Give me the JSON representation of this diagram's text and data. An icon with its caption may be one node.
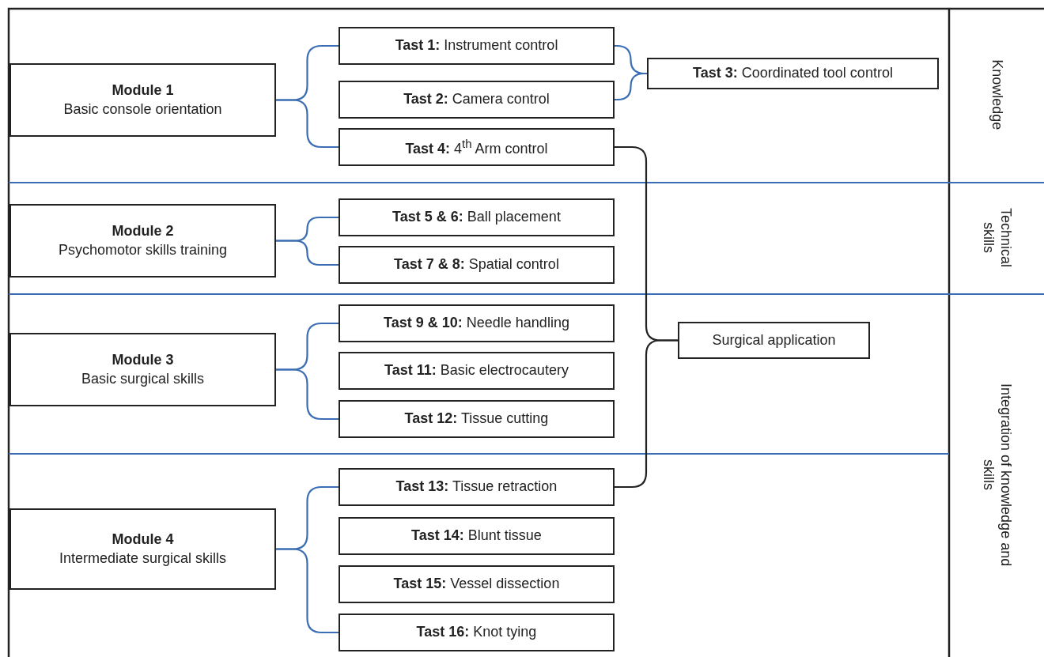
{
  "diagram": {
    "nodes": [
      {
        "text": [
          "Module 1",
          "Basic console orientation"
        ]
      },
      {
        "text": [
          "**Tast 1:** Instrument control"
        ]
      },
      {
        "text": [
          "**Tast 2:** Camera control"
        ]
      },
      {
        "text": [
          "**Tast 3:** Coordinated tool control"
        ]
      },
      {
        "text": [
          "**Tast 4:** 4$^{th}$ Arm control"
        ]
      },
      {
        "text": [
          "Module 2",
          "Psychomotor skills training"
        ]
      },
      {
        "text": [
          "**Tast 5 & 6:** Ball placement"
        ]
      },
      {
        "text": [
          "**Tast 7 & 8:** Spatial control"
        ]
      },
      {
        "text": [
          "Module 3",
          "Basic surgical skills"
        ]
      },
      {
        "text": [
          "**Tast 9 & 10:** Needle handling"
        ]
      },
      {
        "text": [
          "**Tast 11:** Basic electrocautery"
        ]
      },
      {
        "text": [
          "Surgical application"
        ]
      },
      {
        "text": [
          "**Tast 12:** Tissue cutting"
        ]
      },
      {
        "text": [
          "Module 4",
          "Intermediate surgical skills"
        ]
      },
      {
        "text": [
          "**Tast 13:** Tissue retraction"
        ]
      },
      {
        "text": [
          "**Tast 14:** Blunt tissue"
        ]
      },
      {
        "text": [
          "**Tast 15:** Vessel dissection"
        ]
      },
      {
        "text": [
          "**Tast 16:** Knot tying"
        ]
      }
    ],
    "edges": [
      {
        "from": 0,
        "to": 1,
        "arrow": "none"
      },
      {
        "from": 0,
        "to": 4,
        "arrow": "none"
      },
      {
        "from": 1,
        "to": 3,
        "arrow": "none"
      },
      {
        "from": 2,
        "to": 3,
        "arrow": "none"
      },
      {
        "from": 5,
        "to": 6,
        "arrow": "none"
      },
      {
        "from": 5,
        "to": 7,
        "arrow": "none"
      },
      {
        "from": 8,
        "to": 9,
        "arrow": "none"
      },
      {
        "from": 8,
        "to": 12,
        "arrow": "none"
      },
      {
        "from": 13,
        "to": 14,
        "arrow": "none"
      },
      {
        "from": 13,
        "to": 17,
        "arrow": "none"
      },
      {
        "from": 4,
        "to": 11,
        "arrow": "none",
        "color": "#222222"
      },
      {
        "from": 14,
        "to": 11,
        "arrow": "none",
        "color": "#222222"
      }
    ],
    "labels": [
      "Knowledge",
      "Technical skills",
      "Integration of knowledge and skills"
    ]
  }
}
